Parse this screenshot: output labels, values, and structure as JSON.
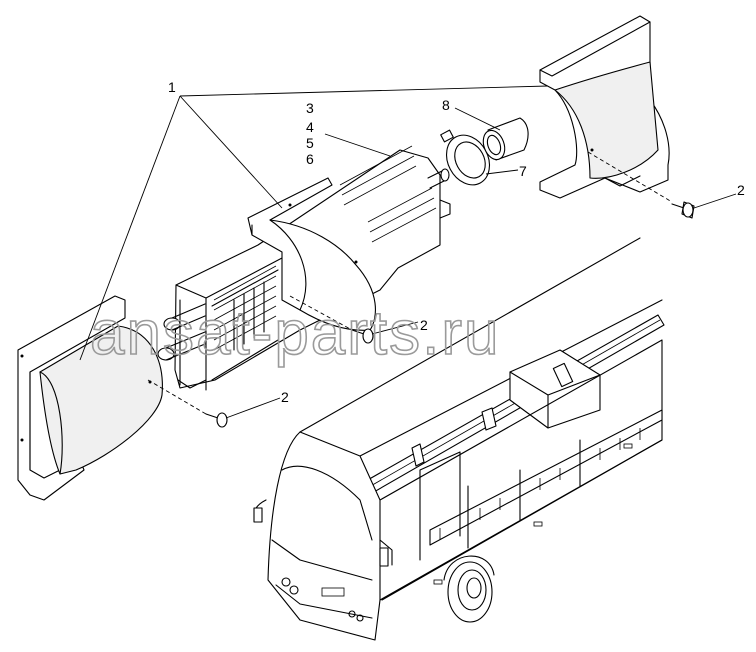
{
  "callouts": {
    "c1": "1",
    "c2_right": "2",
    "c2_mid": "2",
    "c2_left": "2",
    "c3": "3",
    "c4": "4",
    "c5": "5",
    "c6": "6",
    "c7": "7",
    "c8": "8"
  },
  "watermark": "ansat-parts.ru",
  "colors": {
    "line": "#000000",
    "watermark": "#9a9a9a",
    "background": "#ffffff"
  }
}
